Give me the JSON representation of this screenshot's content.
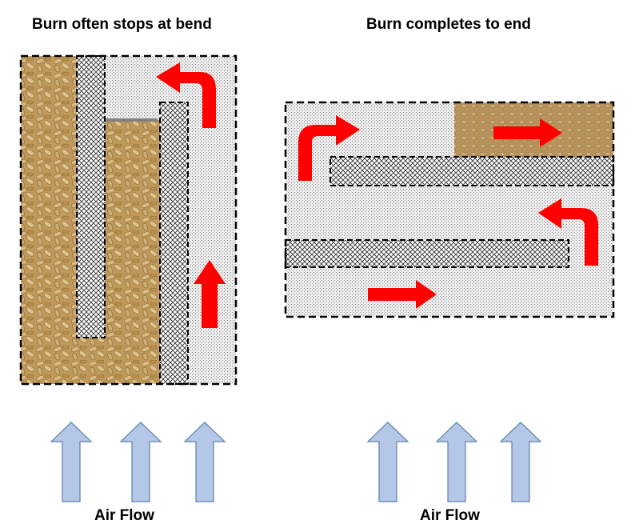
{
  "left_panel": {
    "title": "Burn often stops at bend",
    "air_label": "Air Flow"
  },
  "right_panel": {
    "title": "Burn completes to end",
    "air_label": "Air Flow"
  },
  "colors": {
    "flow_arrow": "#ff0000",
    "air_arrow_fill": "#b4c7e7",
    "air_arrow_stroke": "#5b7fa8",
    "pellet_base": "#c9a66b",
    "stipple_bg": "#eeeeee",
    "border": "#000000"
  },
  "icons": {
    "flow_arrow": "red-arrow-icon",
    "air_arrow": "blue-up-arrow-icon"
  }
}
